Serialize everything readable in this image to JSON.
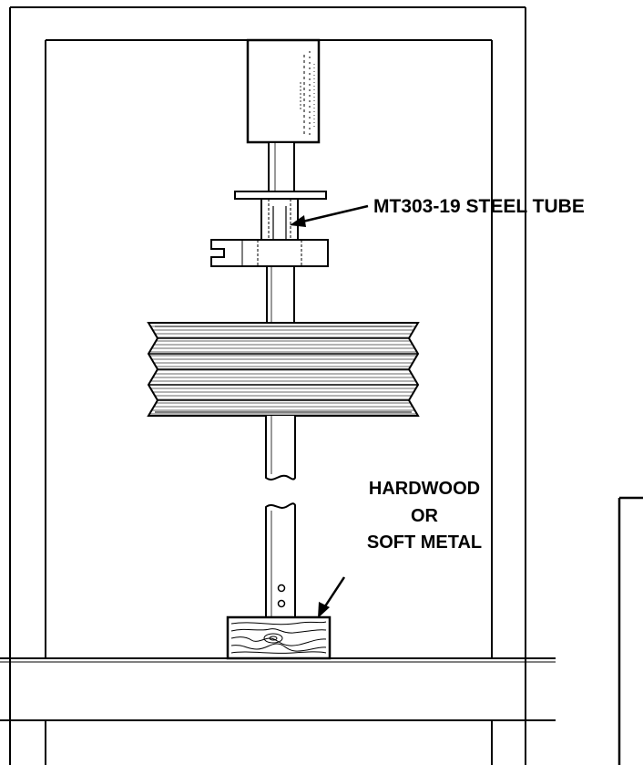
{
  "labels": {
    "steel_tube": "MT303-19 STEEL TUBE",
    "support_line1": "HARDWOOD",
    "support_line2": "OR",
    "support_line3": "SOFT METAL"
  },
  "colors": {
    "ink": "#000000",
    "paper": "#ffffff"
  }
}
